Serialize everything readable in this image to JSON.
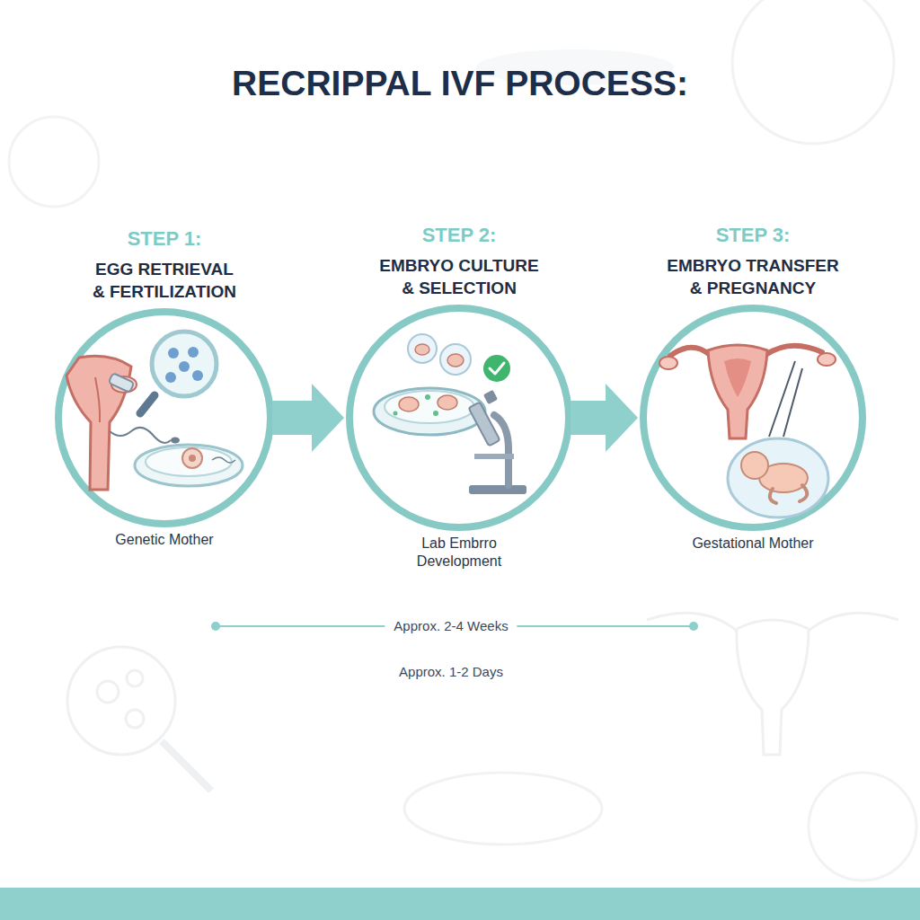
{
  "diagram": {
    "title": "RECRIPPAL IVF PROCESS:",
    "nodes": [
      {
        "text": [
          "STEP 1:",
          "EGG RETRIEVAL & FERTILIZATION",
          "Genetic Mother"
        ]
      },
      {
        "text": [
          "STEP 2:",
          "EMBRYO CULTURE & SELECTION",
          "Lab Embrro Development"
        ]
      },
      {
        "text": [
          "STEP 3:",
          "EMBRYO TRANSFER & PREGNANCY",
          "Gestational Mother"
        ]
      }
    ],
    "edges": [
      {
        "from": 0,
        "to": 1,
        "arrow": "to"
      },
      {
        "from": 1,
        "to": 2,
        "arrow": "to"
      }
    ],
    "labels": [
      "Approx. 2-4 Weeks",
      "Approx. 1-2 Days"
    ]
  }
}
